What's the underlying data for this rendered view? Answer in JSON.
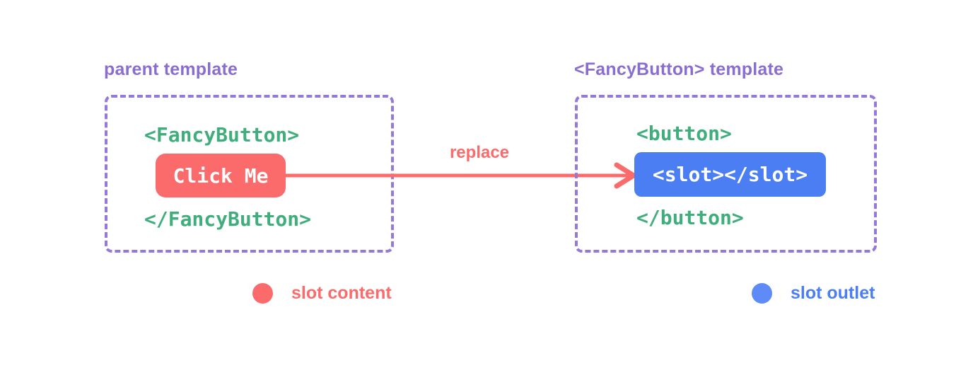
{
  "colors": {
    "purple": "#8a6dd1",
    "purple_border": "#9579d9",
    "green": "#3fae7c",
    "red": "#fb6b6b",
    "blue": "#4b7ef2",
    "blue_light": "#5e8bf7",
    "background": "#ffffff"
  },
  "parent_panel": {
    "title": "parent template",
    "open_tag": "<FancyButton>",
    "button_label": "Click Me",
    "close_tag": "</FancyButton>"
  },
  "arrow": {
    "label": "replace"
  },
  "fancybutton_panel": {
    "title": "<FancyButton> template",
    "open_tag": "<button>",
    "slot_code": "<slot></slot>",
    "close_tag": "</button>"
  },
  "legend": {
    "slot_content_label": "slot content",
    "slot_outlet_label": "slot outlet"
  }
}
